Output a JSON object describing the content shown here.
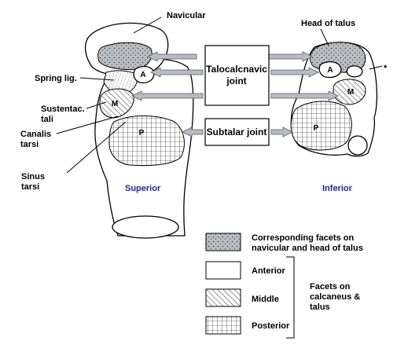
{
  "labels": {
    "navicular": "Navicular",
    "head_of_talus": "Head of talus",
    "asterisk": "*",
    "spring_lig": "Spring lig.",
    "sustentac_1": "Sustentac.",
    "sustentac_2": "tali",
    "canalis_1": "Canalis",
    "canalis_2": "tarsi",
    "sinus_1": "Sinus",
    "sinus_2": "tarsi",
    "superior": "Superior",
    "inferior": "Inferior"
  },
  "joint_boxes": {
    "talocalcnavic_1": "Talocalcnavic",
    "talocalcnavic_2": "joint",
    "subtalar": "Subtalar joint"
  },
  "facet_markers": {
    "a_left": "A",
    "m_left": "M",
    "p_left": "P",
    "a_right": "A",
    "m_right": "M",
    "p_right": "P"
  },
  "legend": {
    "corresponding_1": "Corresponding facets on",
    "corresponding_2": "navicular and head of talus",
    "anterior": "Anterior",
    "middle": "Middle",
    "posterior": "Posterior",
    "facets_on_1": "Facets on",
    "facets_on_2": "calcaneus &",
    "facets_on_3": "talus"
  },
  "colors": {
    "label_blue": "#1a2a8a",
    "dotted_fill": "#b9bcc1",
    "arrow_fill": "#b8bcc2"
  }
}
